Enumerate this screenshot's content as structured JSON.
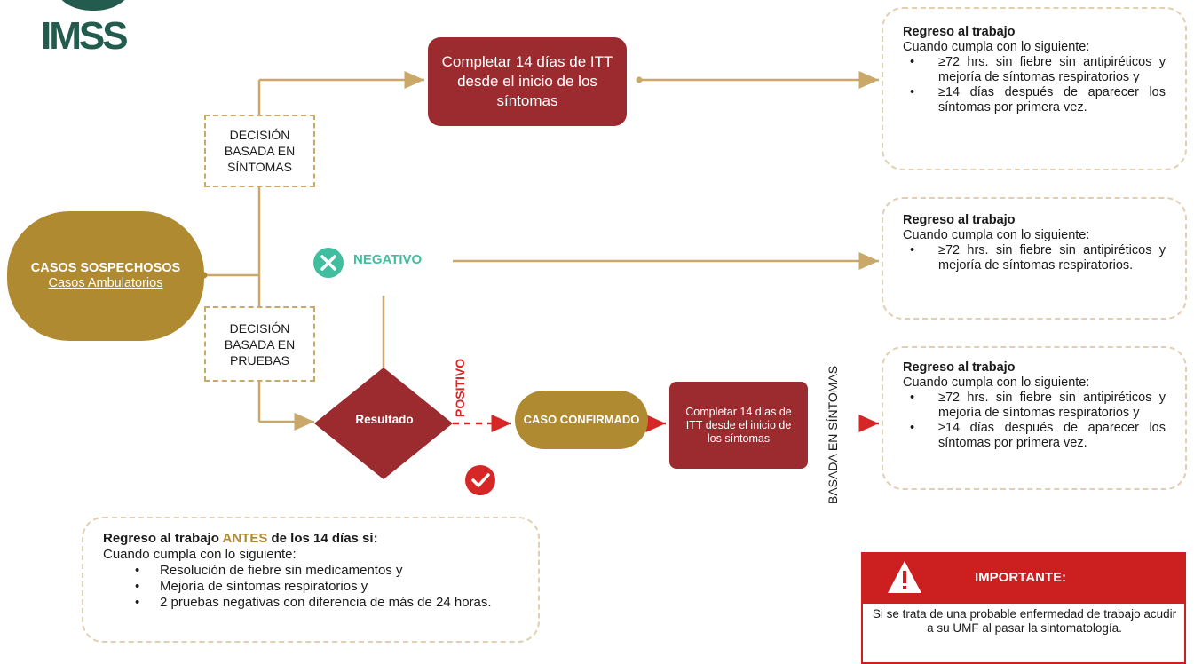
{
  "logo": {
    "text": "IMSS"
  },
  "main_node": {
    "title": "CASOS SOSPECHOSOS",
    "subtitle": "Casos Ambulatorios"
  },
  "decision_symptoms": "DECISIÓN BASADA EN SÍNTOMAS",
  "decision_tests": "DECISIÓN BASADA EN PRUEBAS",
  "itt_box_top": "Completar 14 días de ITT desde el inicio de los síntomas",
  "negative_label": "NEGATIVO",
  "result_label": "Resultado",
  "positive_label": "POSITIVO",
  "confirmed_case": "CASO CONFIRMADO",
  "itt_box_bottom": "Completar 14 días de ITT desde el inicio de los síntomas",
  "vertical_label": "BASADA EN SÍNTOMAS",
  "card1": {
    "title": "Regreso al trabajo",
    "intro": "Cuando cumpla con lo siguiente:",
    "items": [
      "≥72 hrs. sin fiebre sin antipiréticos y mejoría de síntomas respiratorios y",
      "≥14 días después de aparecer los síntomas por primera vez."
    ]
  },
  "card2": {
    "title": "Regreso al trabajo",
    "intro": "Cuando cumpla con lo siguiente:",
    "items": [
      "≥72 hrs. sin fiebre sin antipiréticos y mejoría de síntomas respiratorios."
    ]
  },
  "card3": {
    "title": "Regreso al trabajo",
    "intro": "Cuando cumpla con lo siguiente:",
    "items": [
      "≥72 hrs. sin fiebre sin antipiréticos y mejoría de síntomas respiratorios y",
      "≥14 días después de aparecer los síntomas por primera vez."
    ]
  },
  "card4": {
    "title_start": "Regreso al trabajo ",
    "title_highlight": "ANTES",
    "title_end": " de los 14 días si:",
    "intro": "Cuando cumpla con lo siguiente:",
    "items": [
      "Resolución de fiebre sin medicamentos y",
      "Mejoría de síntomas respiratorios y",
      "2 pruebas negativas con diferencia de más de 24 horas."
    ]
  },
  "important": {
    "title": "IMPORTANTE:",
    "body": "Si se trata de una probable enfermedad de trabajo acudir a su UMF al pasar la sintomatología."
  },
  "colors": {
    "gold": "#b08a30",
    "line_gold": "#c9a86a",
    "dark_red": "#9b2b2f",
    "alert_red": "#cc1f1f",
    "negative_teal": "#3fbf9f",
    "positive_red": "#d62626",
    "imss_green": "#235b4e"
  }
}
